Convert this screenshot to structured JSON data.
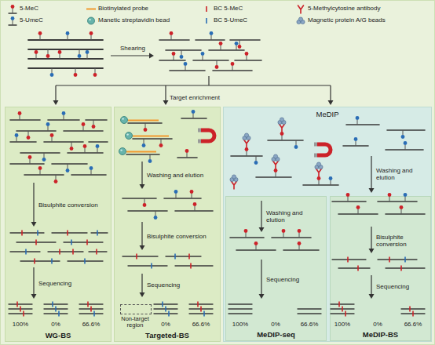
{
  "diagram": {
    "nodes": [
      {
        "text": [
          "WG-BS"
        ]
      },
      {
        "text": [
          "Targeted-BS"
        ]
      },
      {
        "text": [
          "Non-target region"
        ],
        "in": 1
      },
      {
        "text": [
          "MeDIP"
        ]
      },
      {
        "text": [
          "MeDIP-seq"
        ],
        "in": 3
      },
      {
        "text": [
          "MeDIP-BS"
        ],
        "in": 3
      }
    ],
    "labels": [
      "Shearing",
      "Target enrichment",
      "Bisulphite conversion",
      "Sequencing",
      "100%",
      "0%",
      "66.6%",
      "Washing and elution",
      "Bisulphite conversion",
      "Sequencing",
      "0%",
      "66.6%",
      "Washing and elution",
      "Sequencing",
      "100%",
      "0%",
      "66.6%",
      "Washing and elution",
      "Bisulphite conversion",
      "Sequencing",
      "100%",
      "0%",
      "66.6%"
    ],
    "legend": [
      {
        "text": "5-MeC"
      },
      {
        "text": "Biotinylated probe"
      },
      {
        "text": "BC 5-MeC"
      },
      {
        "text": "5-Methylcytosine antibody"
      },
      {
        "text": "5-UmeC"
      },
      {
        "text": "Manetic streptavidin bead"
      },
      {
        "text": "BC 5-UmeC"
      },
      {
        "text": "Magnetic protein A/G beads"
      }
    ]
  }
}
